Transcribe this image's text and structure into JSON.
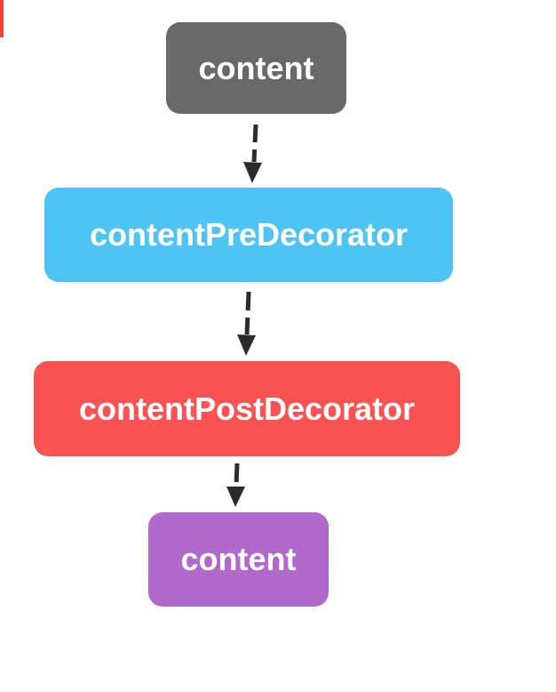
{
  "diagram": {
    "type": "flowchart",
    "direction": "top-down",
    "text_color": "#ffffff",
    "edge_color": "#2b2b2b",
    "edge_style": "dashed-arrow",
    "background": "#ffffff",
    "nodes": [
      {
        "id": "content-top",
        "label": "content",
        "fill": "#696969"
      },
      {
        "id": "content-pre-decorator",
        "label": "contentPreDecorator",
        "fill": "#4dc4f3"
      },
      {
        "id": "content-post-decorator",
        "label": "contentPostDecorator",
        "fill": "#f95252"
      },
      {
        "id": "content-bottom",
        "label": "content",
        "fill": "#b169cb"
      }
    ],
    "edges": [
      {
        "from": "content-top",
        "to": "content-pre-decorator"
      },
      {
        "from": "content-pre-decorator",
        "to": "content-post-decorator"
      },
      {
        "from": "content-post-decorator",
        "to": "content-bottom"
      }
    ]
  },
  "artifact": {
    "left_edge_marker_color": "#f44336"
  }
}
